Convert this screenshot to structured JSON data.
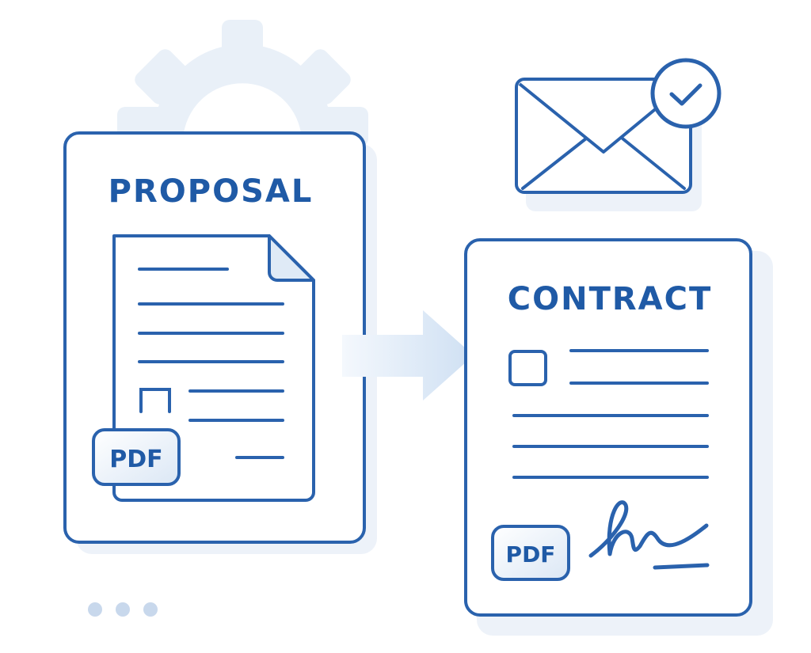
{
  "proposal": {
    "title": "PROPOSAL",
    "badge": "PDF"
  },
  "contract": {
    "title": "CONTRACT",
    "badge": "PDF"
  },
  "icons": {
    "background": "gear-icon",
    "message": "envelope-icon",
    "status": "check-circle-icon",
    "flow": "arrow-right-icon",
    "signature": "signature-icon"
  },
  "pagination": {
    "dots": 3
  },
  "colors": {
    "stroke": "#2a62ad",
    "text": "#1f5aa6",
    "shadow": "#edf2f9",
    "gear": "#e9f0f8",
    "dots": "#c8d8ec"
  }
}
